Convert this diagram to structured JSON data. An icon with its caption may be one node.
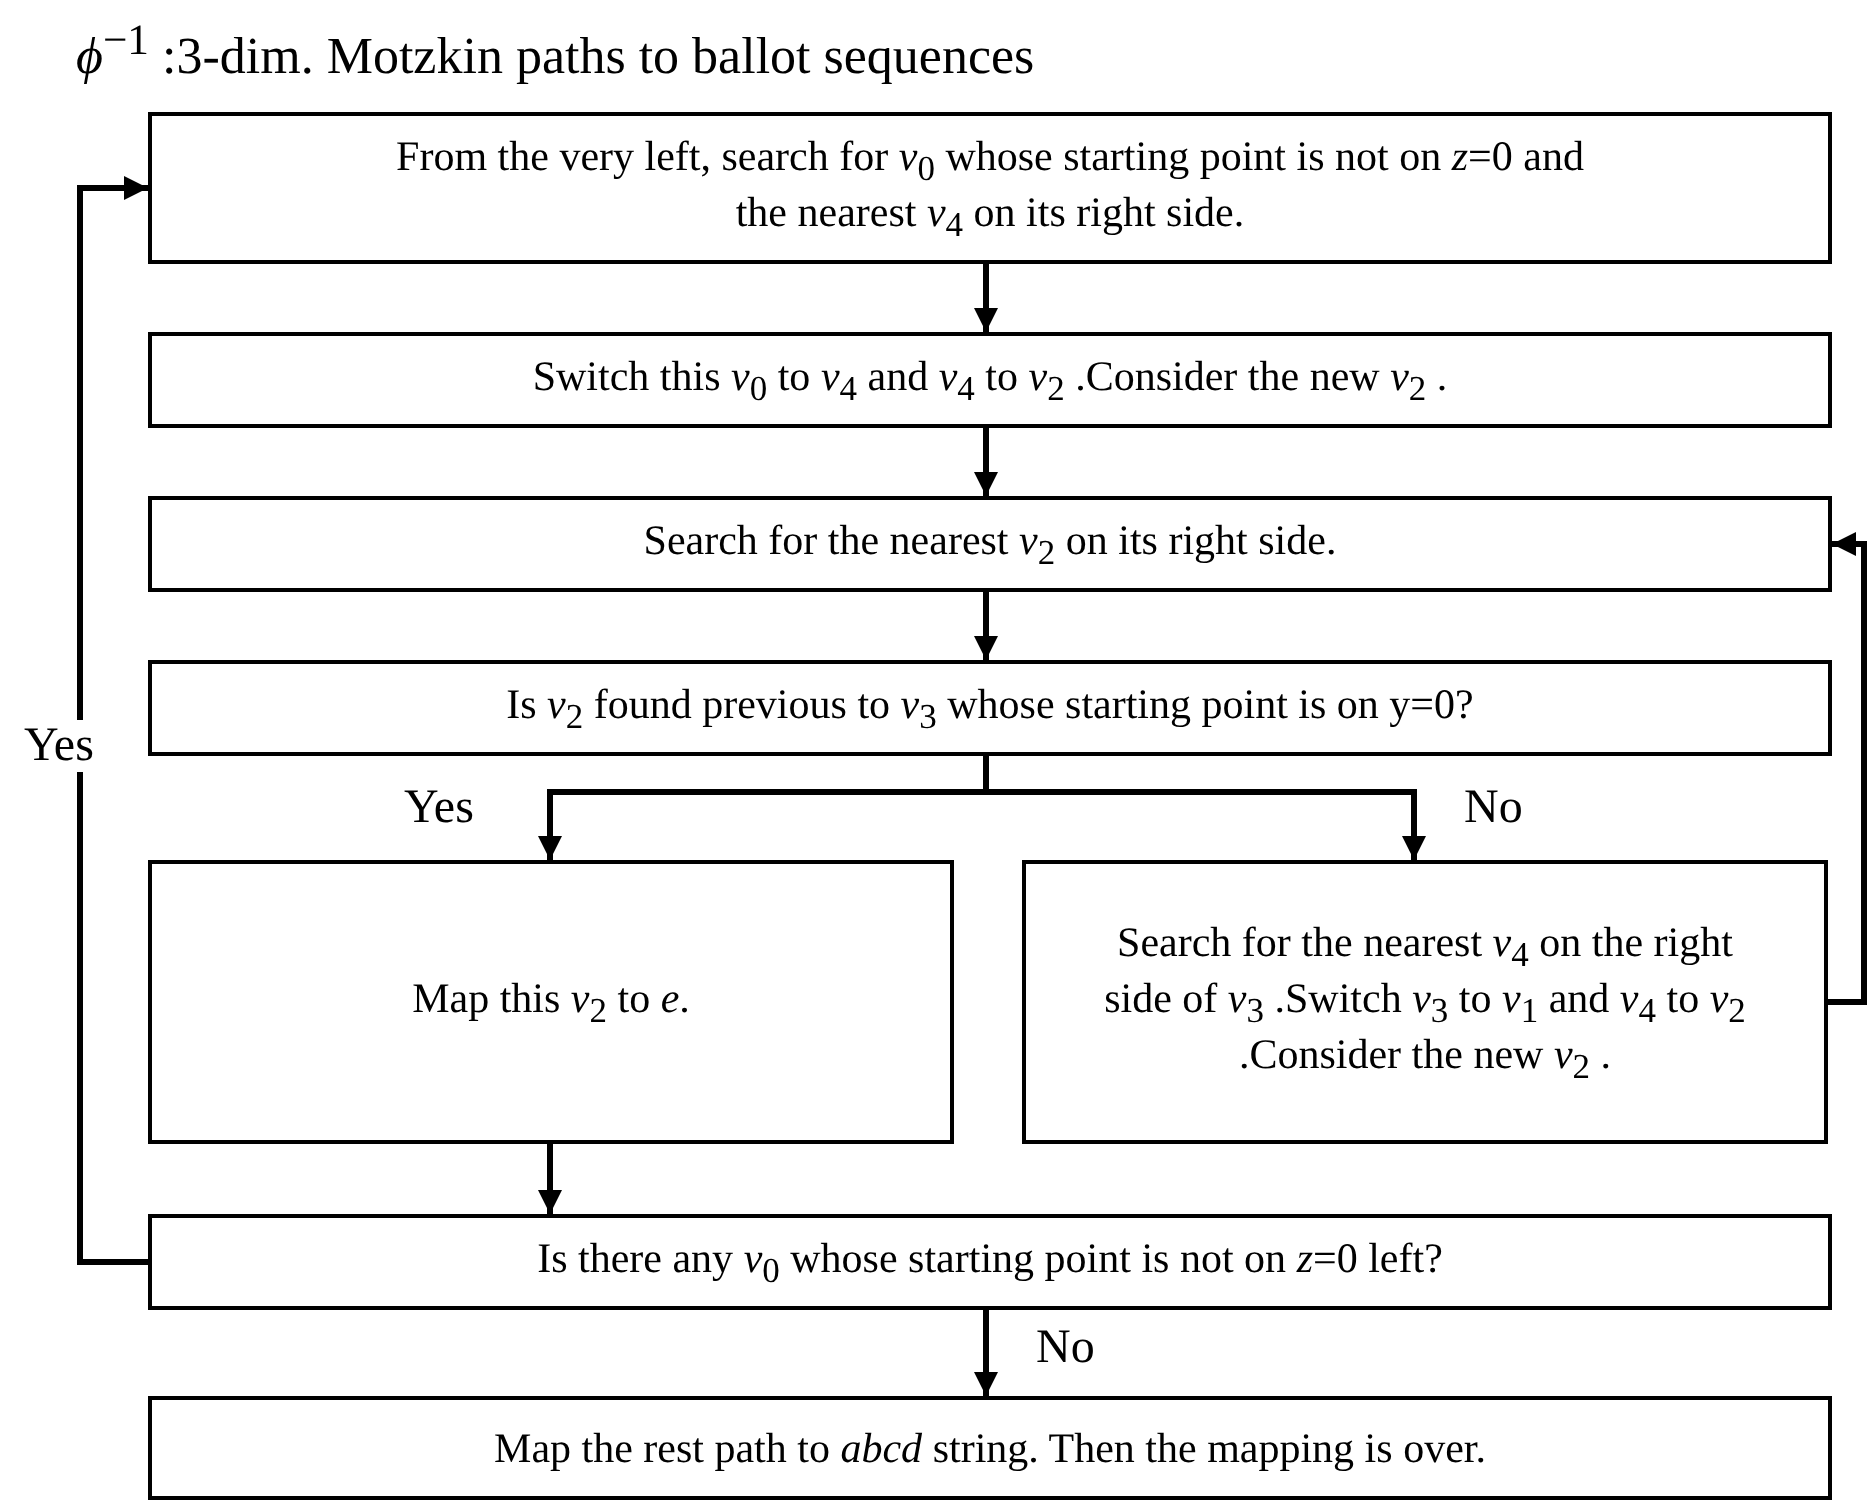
{
  "diagram": {
    "title": "*ϕ*$^{−1}$ :3-dim. Motzkin paths to ballot sequences",
    "nodes": [
      {
        "text": [
          "From the very left, search for *v*$_{0}$ whose starting point is not on *z*=0 and the nearest *v*$_{4}$ on its right side."
        ]
      },
      {
        "text": [
          "Switch this *v*$_{0}$ to *v*$_{4}$ and *v*$_{4}$ to *v*$_{2}$ .Consider the new *v*$_{2}$ ."
        ]
      },
      {
        "text": [
          "Search for the nearest *v*$_{2}$ on its right side."
        ]
      },
      {
        "text": [
          "Is *v*$_{2}$ found previous to *v*$_{3}$ whose starting point is on y=0?"
        ]
      },
      {
        "text": [
          "Map this *v*$_{2}$ to *e*."
        ]
      },
      {
        "text": [
          "Search for the nearest *v*$_{4}$ on the right side of *v*$_{3}$ .Switch *v*$_{3}$ to *v*$_{1}$ and *v*$_{4}$ to *v*$_{2}$ .Consider the new *v*$_{2}$ ."
        ]
      },
      {
        "text": [
          "Is there any *v*$_{0}$ whose starting point is not on *z*=0 left?"
        ]
      },
      {
        "text": [
          "Map the rest path to *abcd* string. Then the mapping is over."
        ]
      }
    ],
    "edges": [
      {
        "from": 0,
        "to": 1,
        "arrow": "to"
      },
      {
        "from": 1,
        "to": 2,
        "arrow": "to"
      },
      {
        "from": 2,
        "to": 3,
        "arrow": "to"
      },
      {
        "from": 3,
        "to": 4,
        "arrow": "to",
        "label": "Yes"
      },
      {
        "from": 3,
        "to": 5,
        "arrow": "to",
        "label": "No"
      },
      {
        "from": 4,
        "to": 6,
        "arrow": "to"
      },
      {
        "from": 5,
        "to": 2,
        "arrow": "to"
      },
      {
        "from": 6,
        "to": 0,
        "arrow": "to",
        "label": "Yes"
      },
      {
        "from": 6,
        "to": 7,
        "arrow": "to",
        "label": "No"
      }
    ]
  }
}
